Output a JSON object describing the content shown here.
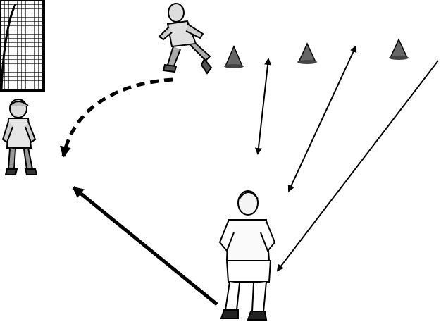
{
  "scene": {
    "background": "#ffffff",
    "ink": "#000000",
    "cone_color": "#666666",
    "goal_net_color": "#000000"
  },
  "elements": {
    "goal": {
      "kind": "goal-net"
    },
    "goalkeeper": {
      "kind": "player",
      "pose": "crouching-ready"
    },
    "running_player": {
      "kind": "player",
      "pose": "running"
    },
    "striker": {
      "kind": "player",
      "pose": "standing-back-view"
    },
    "cones": [
      {
        "kind": "cone"
      },
      {
        "kind": "cone"
      },
      {
        "kind": "cone"
      },
      {
        "kind": "cone"
      }
    ]
  },
  "arrows": [
    {
      "kind": "dashed-curved",
      "meaning": "dribble-path"
    },
    {
      "kind": "double-headed",
      "meaning": "pass-exchange"
    },
    {
      "kind": "double-headed",
      "meaning": "pass-exchange"
    },
    {
      "kind": "single-headed",
      "meaning": "long-pass"
    },
    {
      "kind": "thick-single-headed",
      "meaning": "shot-on-goal"
    }
  ]
}
